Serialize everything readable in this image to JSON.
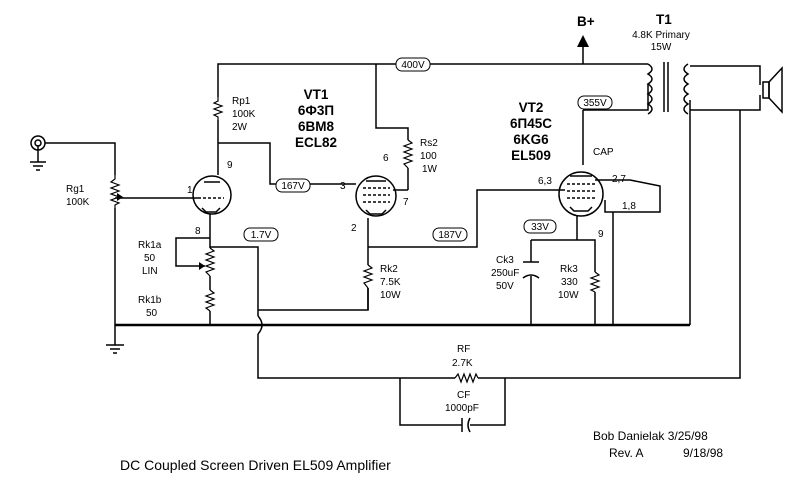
{
  "supply": {
    "label": "B+"
  },
  "transformer": {
    "name": "T1",
    "line1": "4.8K Primary",
    "line2": "15W"
  },
  "voltages": {
    "b_plus": "400V",
    "v2_plate": "355V",
    "v1_plate": "167V",
    "v1_cathode": "1.7V",
    "v2_grid": "187V",
    "v2_cathode": "33V"
  },
  "tube1": {
    "name": "VT1",
    "types": [
      "6Ф3П",
      "6BM8",
      "ECL82"
    ]
  },
  "tube2": {
    "name": "VT2",
    "types": [
      "6П45С",
      "6KG6",
      "EL509"
    ],
    "cap_label": "CAP"
  },
  "components": {
    "rp1": [
      "Rp1",
      "100K",
      "2W"
    ],
    "rg1": [
      "Rg1",
      "100K"
    ],
    "rk1a": [
      "Rk1a",
      "50",
      "LIN"
    ],
    "rk1b": [
      "Rk1b",
      "50"
    ],
    "rs2": [
      "Rs2",
      "100",
      "1W"
    ],
    "rk2": [
      "Rk2",
      "7.5K",
      "10W"
    ],
    "ck3": [
      "Ck3",
      "250uF",
      "50V"
    ],
    "rk3": [
      "Rk3",
      "330",
      "10W"
    ],
    "rf": [
      "RF",
      "2.7K"
    ],
    "cf": [
      "CF",
      "1000pF"
    ]
  },
  "pins": {
    "p9a": "9",
    "p1": "1",
    "p8": "8",
    "p3": "3",
    "p6": "6",
    "p7": "7",
    "p2": "2",
    "p63": "6,3",
    "p27": "2,7",
    "p18": "1,8",
    "p9b": "9"
  },
  "credits": {
    "author_date": "Bob Danielak  3/25/98",
    "rev": "Rev. A",
    "rev_date": "9/18/98"
  },
  "title": "DC Coupled Screen Driven EL509 Amplifier"
}
